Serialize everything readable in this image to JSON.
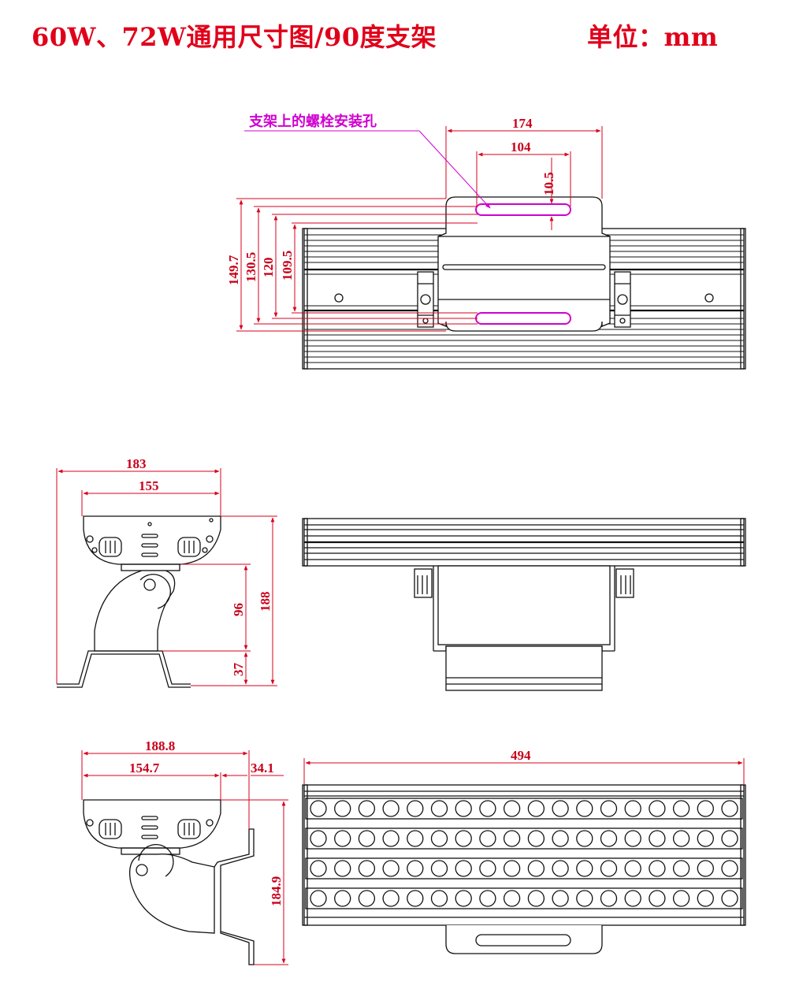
{
  "header": {
    "title": "60W、72W通用尺寸图/90度支架",
    "unit": "单位：mm"
  },
  "colors": {
    "dimension": "#d8001c",
    "drawing": "#111111",
    "callout": "#d000d0"
  },
  "top_view": {
    "callout": "支架上的螺栓安装孔",
    "dims": {
      "w174": "174",
      "w104": "104",
      "h10_5": "10.5",
      "h149_7": "149.7",
      "h130_5": "130.5",
      "h120": "120",
      "h109_5": "109.5"
    }
  },
  "side_view_a": {
    "dims": {
      "w183": "183",
      "w155": "155",
      "h96": "96",
      "h188": "188",
      "h37": "37"
    }
  },
  "side_view_b": {
    "dims": {
      "w188_8": "188.8",
      "w154_7": "154.7",
      "w34_1": "34.1",
      "h184_9": "184.9"
    }
  },
  "front_view": {
    "dims": {
      "w494": "494"
    },
    "led_rows": 4,
    "leds_per_row": 18
  }
}
